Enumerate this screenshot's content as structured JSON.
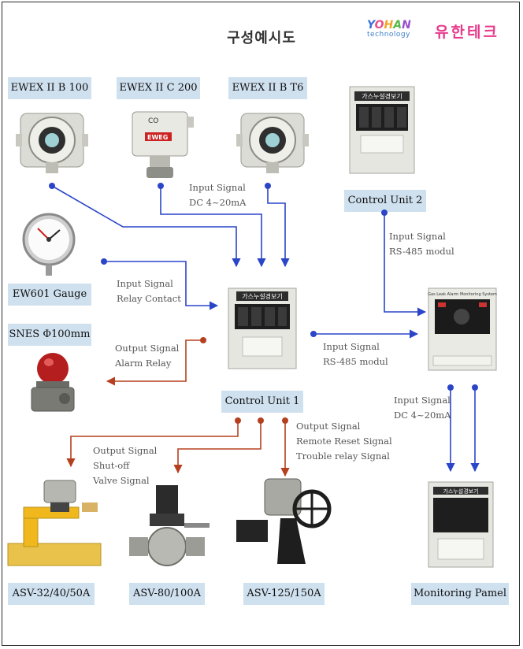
{
  "title": "구성예시도",
  "logo": {
    "en": [
      "Y",
      "O",
      "H",
      "A",
      "N"
    ],
    "sub": "technology",
    "ko": "유한테크"
  },
  "colors": {
    "input": "#2a45c8",
    "output": "#b5401f",
    "label_bg": "#cfe0ef"
  },
  "labels": {
    "ewex_b100": "EWEX II B 100",
    "ewex_c200": "EWEX II C 200",
    "ewex_bt6": "EWEX II B T6",
    "ew601": "EW601 Gauge",
    "snes": "SNES Φ100mm",
    "control_unit_1": "Control Unit 1",
    "control_unit_2": "Control Unit 2",
    "asv_small": "ASV-32/40/50A",
    "asv_mid": "ASV-80/100A",
    "asv_large": "ASV-125/150A",
    "monitoring": "Monitoring Pamel"
  },
  "signals": {
    "in_dc": [
      "Input Signal",
      "DC 4~20mA"
    ],
    "in_rs485_cu2": [
      "Input Signal",
      "RS-485 modul"
    ],
    "in_relay": [
      "Input Signal",
      "Relay Contact"
    ],
    "out_alarm": [
      "Output Signal",
      "Alarm Relay"
    ],
    "in_rs485_cu1": [
      "Input Signal",
      "RS-485 modul"
    ],
    "out_remote": [
      "Output Signal",
      "Remote Reset Signal",
      "Trouble relay Signal"
    ],
    "out_valve": [
      "Output Signal",
      "Shut-off",
      "Valve Signal"
    ],
    "in_dc_mon": [
      "Input Signal",
      "DC 4~20mA"
    ]
  },
  "panel_text": {
    "gas_alarm": "가스누설경보기",
    "sensor_co": "CO",
    "sensor_brand": "EWEG",
    "mon_title": "Gas Leak Alarm Monitoring System"
  }
}
